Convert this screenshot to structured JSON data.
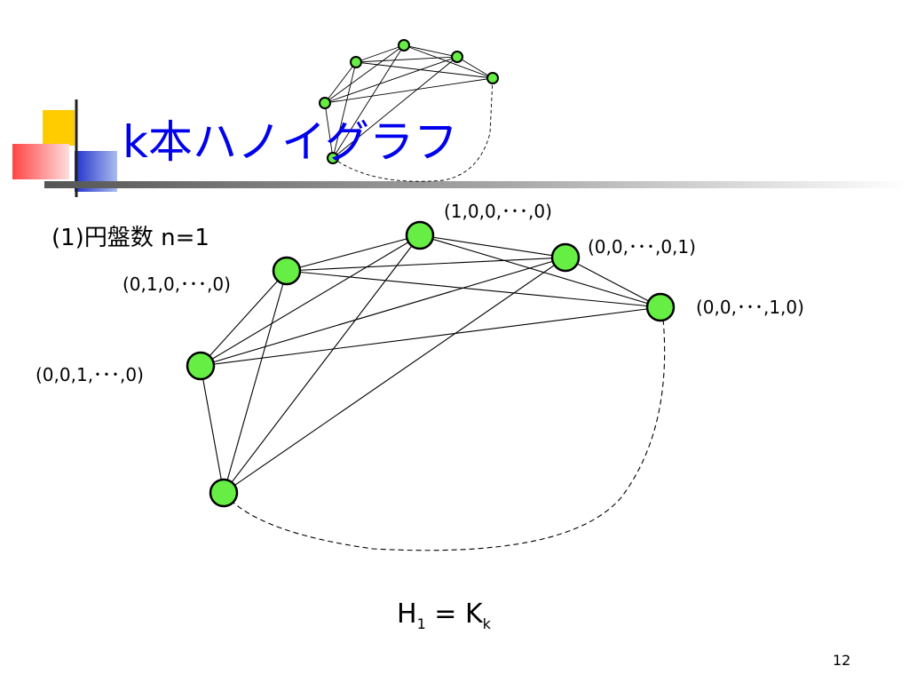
{
  "slide": {
    "title": "k本ハノイグラフ",
    "subtitle": "(1)円盤数 n=1",
    "formula": {
      "lhs": "H",
      "lhs_sub": "1",
      "eq": " = ",
      "rhs": "K",
      "rhs_sub": "k"
    },
    "page_number": "12"
  },
  "nodes": [
    {
      "id": "n1",
      "label": "(1,0,0,･･･,0)"
    },
    {
      "id": "n2",
      "label": "(0,0,･･･,0,1)"
    },
    {
      "id": "n3",
      "label": "(0,1,0,･･･,0)"
    },
    {
      "id": "n4",
      "label": "(0,0,･･･,1,0)"
    },
    {
      "id": "n5",
      "label": "(0,0,1,･･･,0)"
    },
    {
      "id": "n6",
      "label": ""
    }
  ],
  "colors": {
    "title": "#0000ee",
    "node_fill": "#66ee44",
    "accent_yellow": "#ffcc00",
    "accent_red": "#ff5555",
    "accent_blue": "#3344cc"
  }
}
